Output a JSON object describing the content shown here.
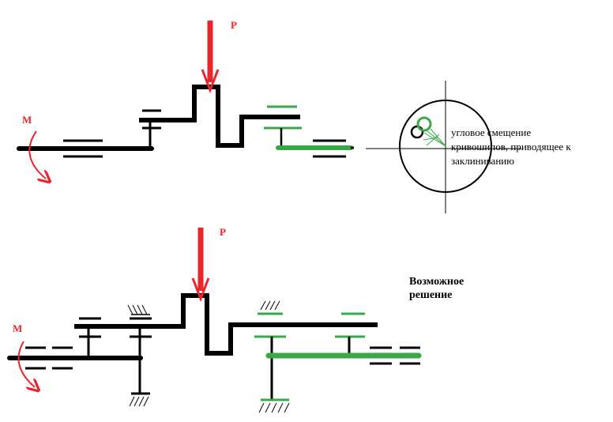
{
  "colors": {
    "force": "#e8262b",
    "green": "#3aa847",
    "black": "#000000"
  },
  "top": {
    "force_label": "P",
    "moment_label": "M",
    "note_lines": [
      "угловое смещение",
      "кривошипов, приводящее к",
      "заклиниванию"
    ]
  },
  "bottom": {
    "force_label": "P",
    "moment_label": "M",
    "caption_lines": [
      "Возможное",
      "решение"
    ]
  }
}
